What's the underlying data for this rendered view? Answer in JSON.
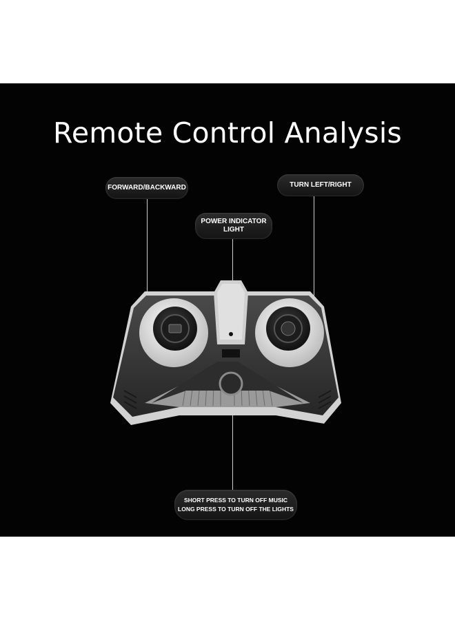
{
  "title": "Remote Control Analysis",
  "labels": {
    "forward_backward": "FORWARD/BACKWARD",
    "turn_left_right": "TURN LEFT/RIGHT",
    "power_indicator_line1": "POWER INDICATOR",
    "power_indicator_line2": "LIGHT",
    "button_line1": "SHORT PRESS TO TURN OFF MUSIC",
    "button_line2": "LONG PRESS TO TURN OFF THE LIGHTS"
  },
  "colors": {
    "background": "#030303",
    "remote_body": "#3a3a3a",
    "remote_trim": "#cfcfcf",
    "joystick_ring": "#e8e8e8"
  }
}
